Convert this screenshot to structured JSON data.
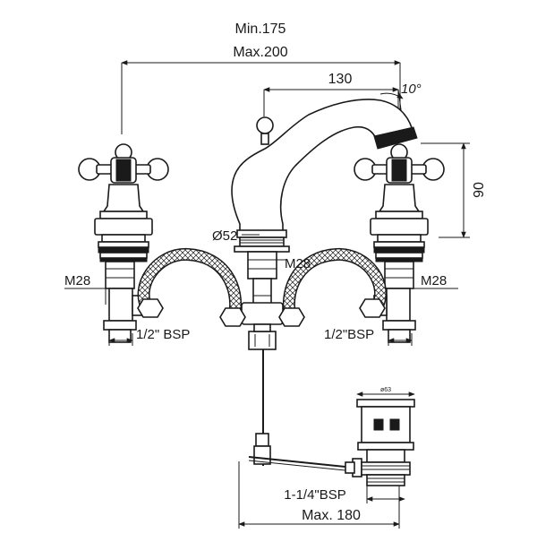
{
  "dimensions": {
    "width_min": "Min.175",
    "width_max": "Max.200",
    "reach": "130",
    "angle": "10°",
    "height": "90",
    "diameter_spout": "Ø52",
    "thread_center": "M28",
    "thread_left": "M28",
    "thread_right": "M28",
    "bsp_left": "1/2\" BSP",
    "bsp_right": "1/2\"BSP",
    "waste_diameter": "ø63",
    "waste_bsp": "1-1/4\"BSP",
    "waste_max": "Max. 180"
  }
}
